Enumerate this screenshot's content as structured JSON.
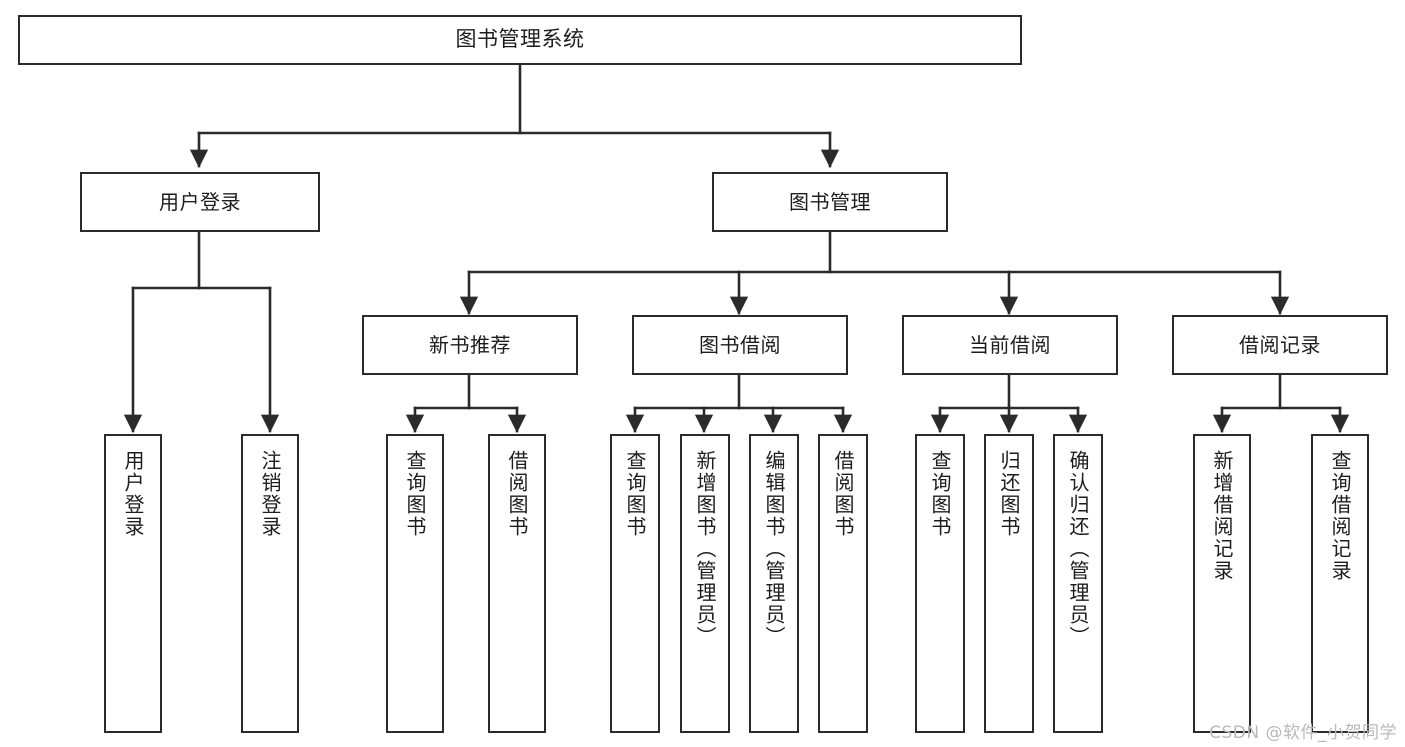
{
  "diagram": {
    "title": "图书管理系统",
    "type": "tree-hierarchy-chart",
    "orientation": "top-down",
    "colors": {
      "background": "#ffffff",
      "node_border": "#2b2b2b",
      "node_fill": "#ffffff",
      "connector": "#2b2b2b",
      "text": "#1d1d1d",
      "watermark": "#b9b9b9"
    }
  },
  "root": {
    "label": "图书管理系统"
  },
  "level1": [
    {
      "label": "用户登录"
    },
    {
      "label": "图书管理"
    }
  ],
  "level2": [
    {
      "label": "新书推荐"
    },
    {
      "label": "图书借阅"
    },
    {
      "label": "当前借阅"
    },
    {
      "label": "借阅记录"
    }
  ],
  "leaves": {
    "user_login": [
      {
        "label": "用户登录"
      },
      {
        "label": "注销登录"
      }
    ],
    "new_book_recommend": [
      {
        "label": "查询图书"
      },
      {
        "label": "借阅图书"
      }
    ],
    "book_borrow": [
      {
        "label": "查询图书"
      },
      {
        "label": "新增图书（管理员）"
      },
      {
        "label": "编辑图书（管理员）"
      },
      {
        "label": "借阅图书"
      }
    ],
    "current_borrow": [
      {
        "label": "查询图书"
      },
      {
        "label": "归还图书"
      },
      {
        "label": "确认归还（管理员）"
      }
    ],
    "borrow_record": [
      {
        "label": "新增借阅记录"
      },
      {
        "label": "查询借阅记录"
      }
    ]
  },
  "watermark": {
    "text": "CSDN @软件_小贺同学"
  }
}
